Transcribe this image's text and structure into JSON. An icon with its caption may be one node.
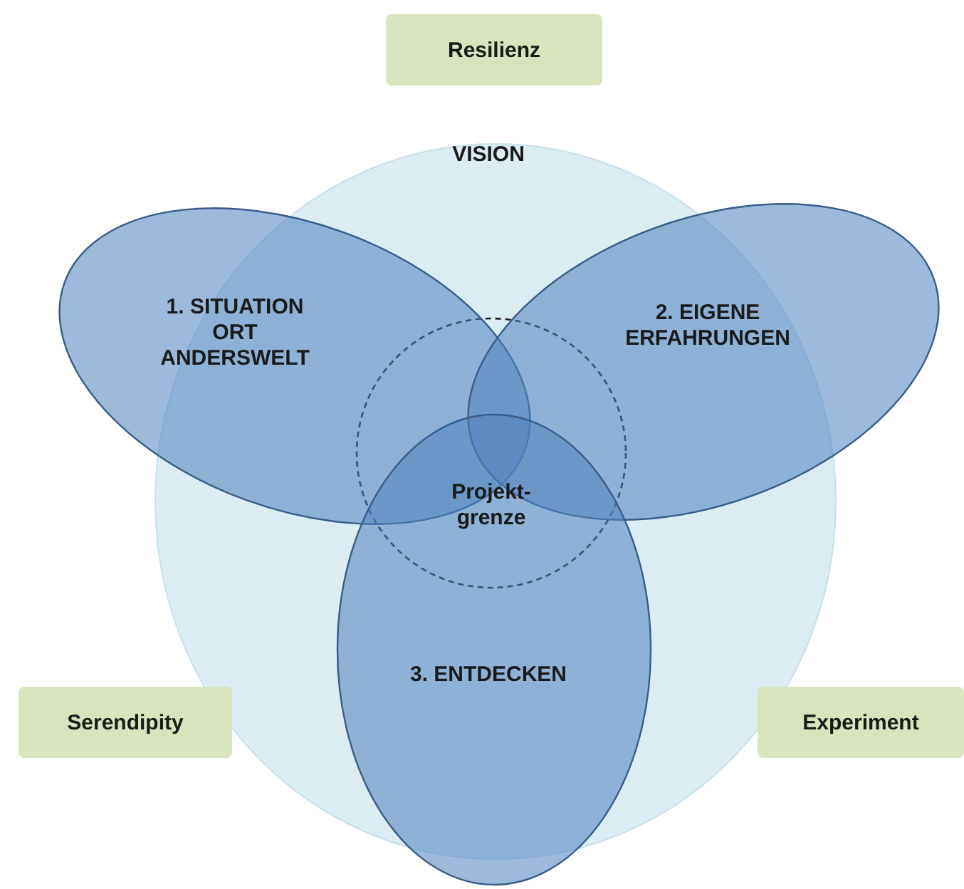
{
  "diagram": {
    "nodes": [
      {
        "text": [
          "VISION"
        ]
      },
      {
        "text": [
          "1. SITUATION ORT ANDERSWELT"
        ]
      },
      {
        "text": [
          "2. EIGENE ERFAHRUNGEN"
        ]
      },
      {
        "text": [
          "3. ENTDECKEN"
        ]
      },
      {
        "text": [
          "Projekt- grenze"
        ],
        "in": 0
      },
      {
        "text": [
          "Resilienz"
        ]
      },
      {
        "text": [
          "Serendipity"
        ]
      },
      {
        "text": [
          "Experiment"
        ]
      }
    ],
    "edges": []
  }
}
